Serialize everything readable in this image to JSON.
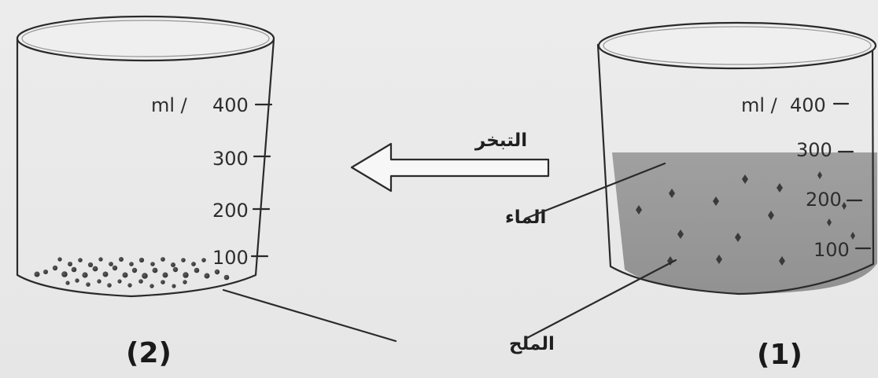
{
  "diagram": {
    "left_beaker": {
      "caption": "(2)",
      "unit_label": "ml /",
      "scale": [
        "400",
        "300",
        "200",
        "100"
      ]
    },
    "right_beaker": {
      "caption": "(1)",
      "unit_label": "ml /",
      "scale": [
        "400",
        "300",
        "200",
        "100"
      ]
    },
    "arrow_label": "التبخر",
    "water_label": "الماء",
    "salt_label": "الملح"
  }
}
